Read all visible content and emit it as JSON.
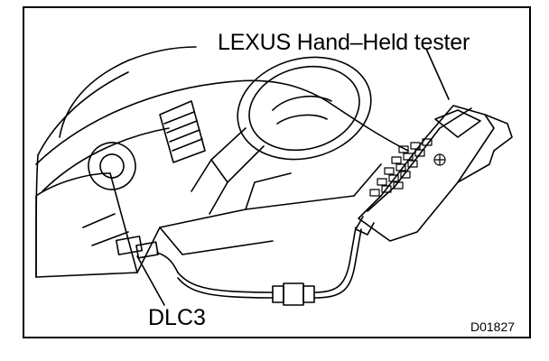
{
  "labels": {
    "tester": "LEXUS Hand–Held tester",
    "dlc": "DLC3",
    "figure_code": "D01827"
  },
  "colors": {
    "ink": "#000000",
    "paper": "#ffffff"
  }
}
